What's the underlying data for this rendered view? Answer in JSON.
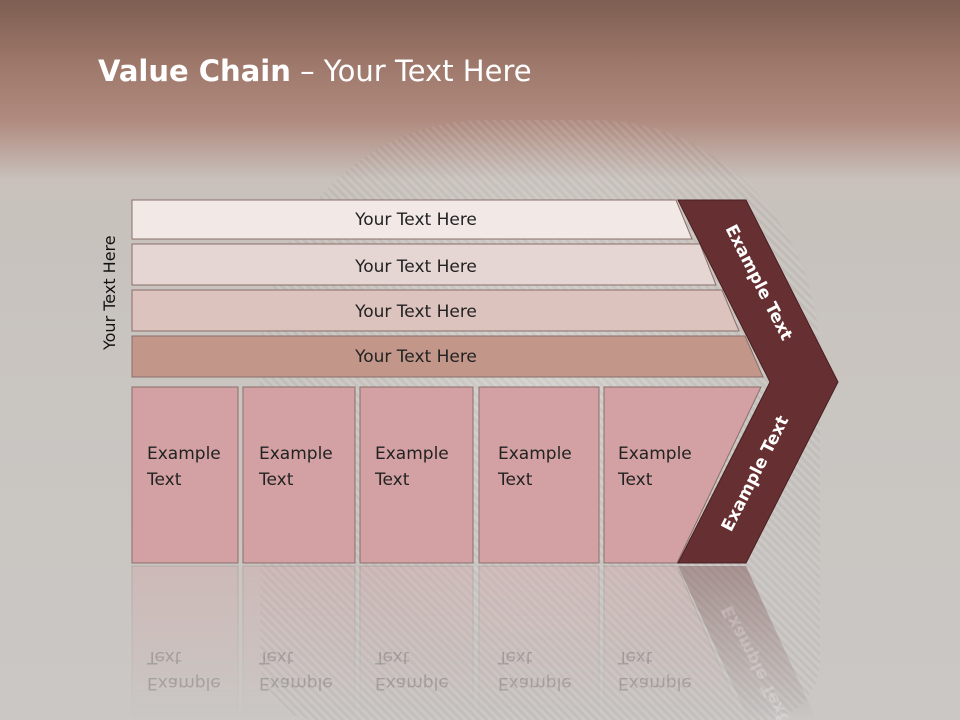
{
  "slide": {
    "title_bold": "Value Chain",
    "title_rest": " – Your Text Here",
    "side_label": "Your Text Here"
  },
  "support_rows": [
    "Your Text Here",
    "Your Text Here",
    "Your Text Here",
    "Your Text Here"
  ],
  "primary_columns": [
    {
      "line1": "Example",
      "line2": "Text"
    },
    {
      "line1": "Example",
      "line2": "Text"
    },
    {
      "line1": "Example",
      "line2": "Text"
    },
    {
      "line1": "Example",
      "line2": "Text"
    },
    {
      "line1": "Example",
      "line2": "Text"
    }
  ],
  "chevron": {
    "upper_label": "Example Text",
    "lower_label": "Example Text"
  },
  "colors": {
    "row_fills": [
      "#f2e9e7",
      "#e6d6d3",
      "#dcc3bd",
      "#c2978a"
    ],
    "column_fill": "#d3a1a3",
    "chevron_fill": "#662f31"
  }
}
